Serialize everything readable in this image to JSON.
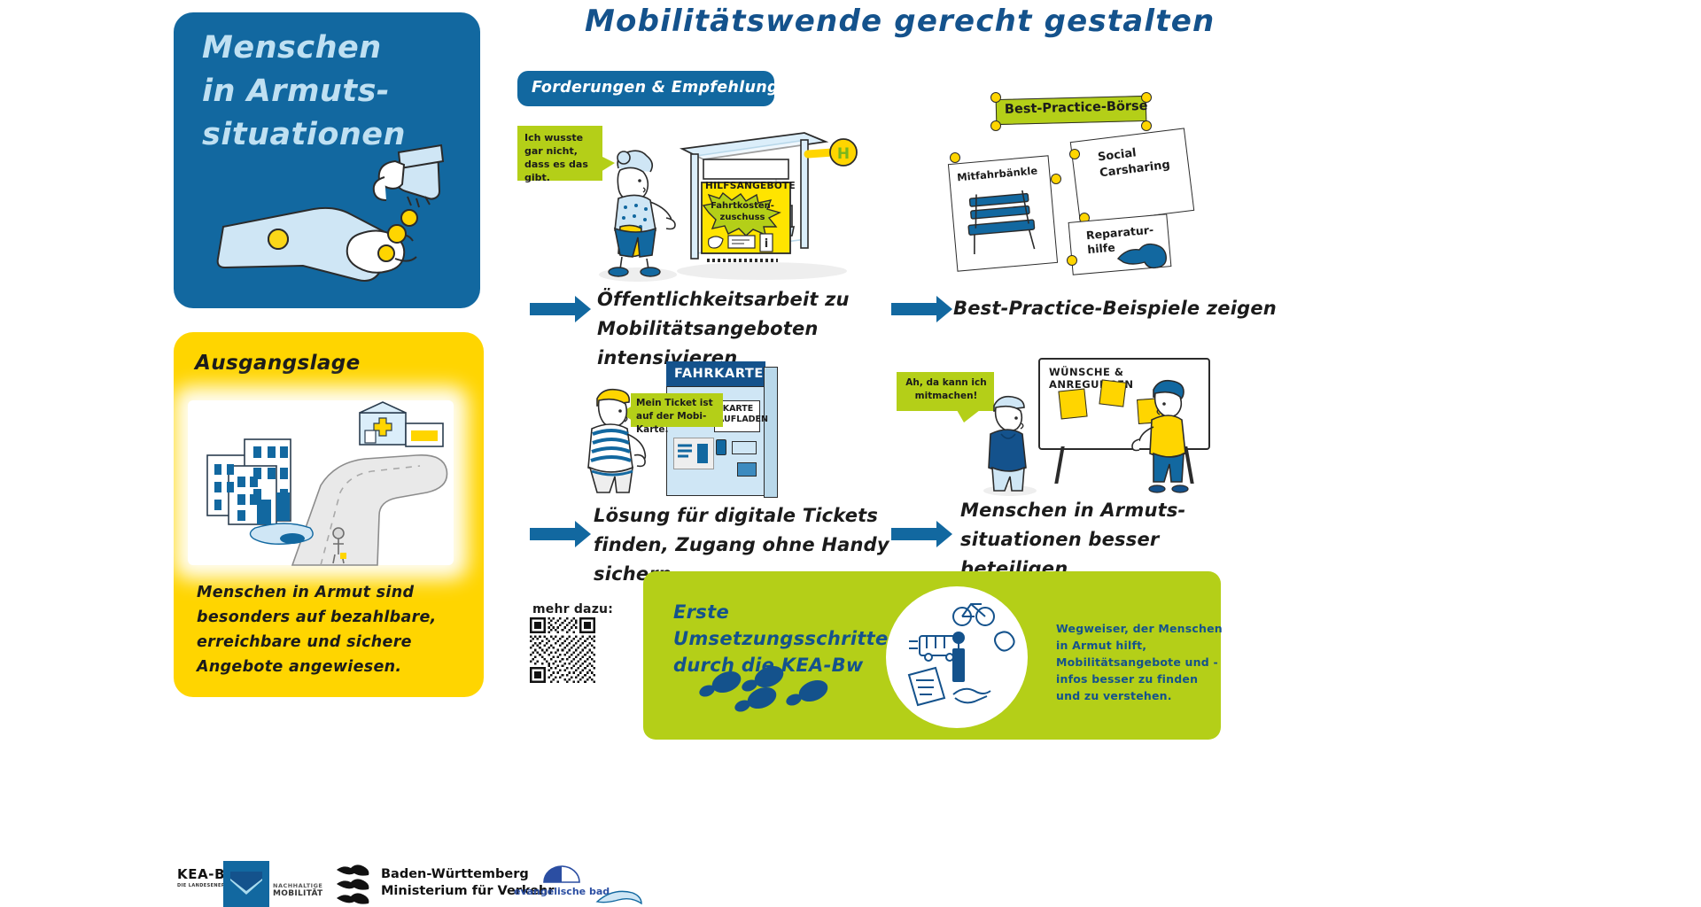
{
  "title": "Mobilitätswende gerecht gestalten",
  "hero": {
    "title_lines": [
      "Menschen",
      "in Armuts-",
      "situationen"
    ],
    "icon": "hand-giving-coins"
  },
  "baseline": {
    "heading": "Ausgangslage",
    "body": "Menschen in Armut sind besonders auf bezahlbare, erreichbare und sichere Angebote angewiesen.",
    "illustration": "city-with-road-and-pedestrian"
  },
  "sections": {
    "demands_pill": "Forderungen & Empfehlungen",
    "best_practice_pill": "Best-Practice-Börse"
  },
  "scenes": [
    {
      "id": "bus-stop",
      "speech": "Ich wusste gar nicht, dass es das gibt.",
      "poster_heading": "HILFSANGEBOTE",
      "poster_burst": "Fahrtkosten-zuschuss",
      "stop_sign": "H",
      "caption": "Öffentlichkeitsarbeit zu Mobilitätsangeboten intensivieren"
    },
    {
      "id": "best-practice-board",
      "cards": [
        "Mitfahrbänkle",
        "Social Carsharing",
        "Reparatur-hilfe"
      ],
      "caption": "Best-Practice-Beispiele zeigen"
    },
    {
      "id": "ticket-machine",
      "machine_heading": "FAHRKARTEN",
      "machine_button": "KARTE AUFLADEN",
      "speech": "Mein Ticket ist auf der Mobi-Karte.",
      "caption": "Lösung für digitale Tickets finden, Zugang ohne Handy sichern"
    },
    {
      "id": "participation-board",
      "speech": "Ah, da kann ich mitmachen!",
      "board_heading": "WÜNSCHE  & ANREGUNGEN",
      "caption": "Menschen in Armuts- situationen besser beteiligen."
    }
  ],
  "banner": {
    "title": "Erste Umsetzungsschritte durch die KEA-Bw",
    "body": "Wegweiser, der Menschen in Armut hilft, Mobilitätsangebote und -infos besser zu finden und zu verstehen.",
    "icons": "bike-bus-info-document-handshake"
  },
  "qr": {
    "label": "mehr dazu:"
  },
  "logos": [
    {
      "name": "KEA-BW",
      "sub": "DIE LANDESENERGIEAGENTUR"
    },
    {
      "name": "NACHHALTIGE",
      "sub": "MOBILITÄT"
    },
    {
      "name": "Baden-Württemberg",
      "sub": "Ministerium für Verkehr"
    },
    {
      "name": "evangelische bad",
      "sub": ""
    }
  ],
  "colors": {
    "blue": "#1268a0",
    "navy": "#14528c",
    "yellow": "#ffd500",
    "green": "#b4cf18",
    "light_blue": "#c9e3f3"
  }
}
